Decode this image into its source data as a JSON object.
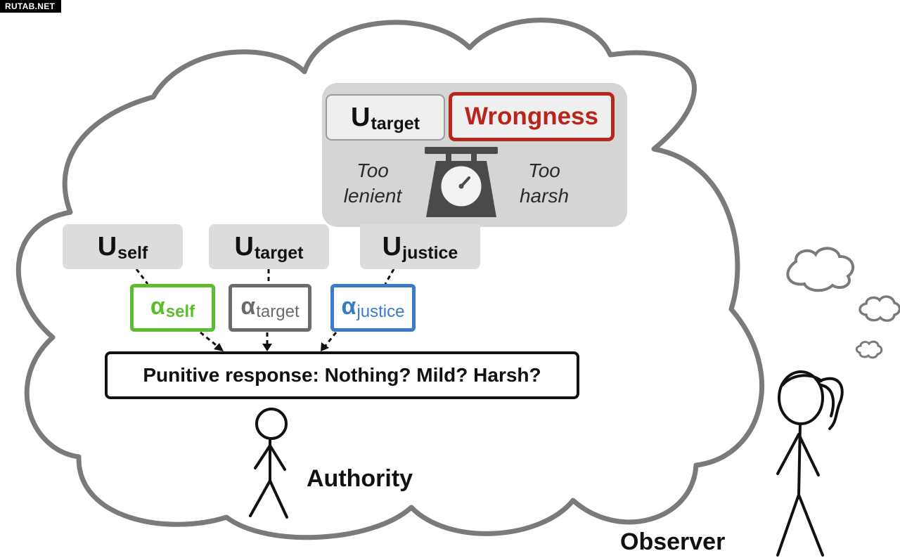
{
  "watermark": "RUTAB.NET",
  "scale_panel": {
    "utarget": {
      "main": "U",
      "sub": "target"
    },
    "wrongness": "Wrongness",
    "left_text": [
      "Too",
      "lenient"
    ],
    "right_text": [
      "Too",
      "harsh"
    ]
  },
  "utility_boxes": [
    {
      "main": "U",
      "sub": "self"
    },
    {
      "main": "U",
      "sub": "target"
    },
    {
      "main": "U",
      "sub": "justice"
    }
  ],
  "alpha_boxes": [
    {
      "main": "α",
      "sub": "self",
      "color": "#5bbc2e"
    },
    {
      "main": "α",
      "sub": "target",
      "color": "#6b6b6b"
    },
    {
      "main": "α",
      "sub": "justice",
      "color": "#3a7bc8"
    }
  ],
  "punitive_response": "Punitive response: Nothing? Mild? Harsh?",
  "authority_label": "Authority",
  "observer_label": "Observer",
  "colors": {
    "wrongness": "#b8261b",
    "cloud_outline": "#7a7a7a",
    "panel_gray": "#d5d5d5"
  }
}
